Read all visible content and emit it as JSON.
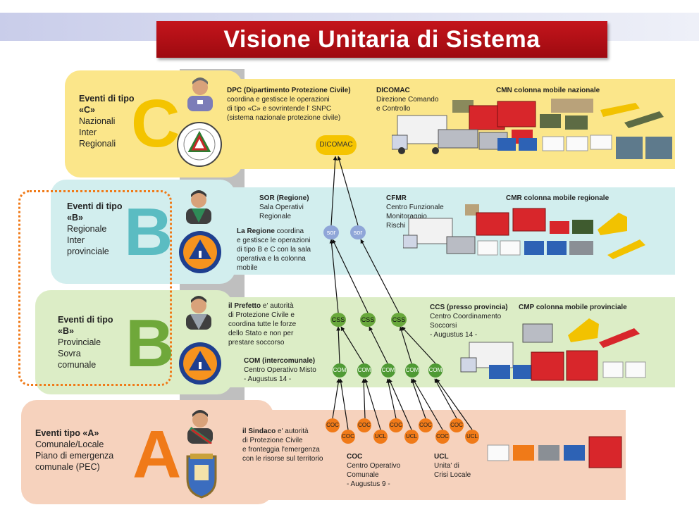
{
  "title": "Visione Unitaria di Sistema",
  "tiers": {
    "c": {
      "head": "Eventi di tipo «C»",
      "lines": [
        "Nazionali",
        "Inter",
        "Regionali"
      ],
      "letter": "C",
      "color": "#f4c400"
    },
    "b1": {
      "head": "Eventi di tipo «B»",
      "lines": [
        "Regionale",
        "Inter",
        "provinciale"
      ],
      "letter": "B",
      "color": "#5bbcc2"
    },
    "b2": {
      "head": "Eventi di tipo «B»",
      "lines": [
        "Provinciale",
        "Sovra",
        "comunale"
      ],
      "letter": "B",
      "color": "#6fa83a"
    },
    "a": {
      "head": "Eventi tipo «A»",
      "lines": [
        "Comunale/Locale",
        "Piano di emergenza",
        "comunale (PEC)"
      ],
      "letter": "A",
      "color": "#f07a18"
    }
  },
  "texts": {
    "dpc": {
      "head": "DPC (Dipartimento Protezione Civile)",
      "l1": "coordina e gestisce le operazioni",
      "l2": "di tipo «C» e sovrintende l' SNPC",
      "l3": "(sistema nazionale protezione civile)"
    },
    "dicomac": {
      "head": "DICOMAC",
      "l1": "Direzione Comando",
      "l2": "e Controllo"
    },
    "cmn": "CMN colonna mobile  nazionale",
    "sor": {
      "head": "SOR (Regione)",
      "l1": "Sala Operativi",
      "l2": "Regionale"
    },
    "regione": {
      "head": "La Regione",
      "l1": " coordina",
      "l2": "e gestisce le operazioni",
      "l3": "di tipo B e C con la sala",
      "l4": "operativa e la colonna",
      "l5": "mobile"
    },
    "cfmr": {
      "head": "CFMR",
      "l1": "Centro Funzionale",
      "l2": "Monitoraggio",
      "l3": "Rischi"
    },
    "cmr": "CMR colonna mobile  regionale",
    "prefetto": {
      "head": "il Prefetto",
      "l1": " e' autorità",
      "l2": "di Protezione Civile e",
      "l3": "coordina tutte le forze",
      "l4": "dello Stato e non per",
      "l5": "prestare soccorso"
    },
    "ccs": {
      "head": "CCS (presso provincia)",
      "l1": "Centro Coordinamento",
      "l2": "Soccorsi",
      "l3": "- Augustus 14 -"
    },
    "cmp": "CMP colonna mobile provinciale",
    "com": {
      "head": "COM (intercomunale)",
      "l1": "Centro Operativo Misto",
      "l2": "- Augustus 14 -"
    },
    "sindaco": {
      "head": "il Sindaco",
      "l1": " e' autorità",
      "l2": "di Protezione Civile",
      "l3": "e fronteggia l'emergenza",
      "l4": "con le risorse sul territorio"
    },
    "coc": {
      "head": "COC",
      "l1": "Centro Operativo",
      "l2": "Comunale",
      "l3": "- Augustus 9 -"
    },
    "ucl": {
      "head": "UCL",
      "l1": "Unita' di",
      "l2": "Crisi Locale"
    }
  },
  "nodes": {
    "dicomac": "DICOMAC",
    "sor": "sor",
    "css": "CSS",
    "com": "COM",
    "coc": "COC",
    "ucl": "UCL"
  },
  "colors": {
    "title_bg": "#b30f15",
    "band_c": "#fbe68a",
    "band_b1": "#d2eeee",
    "band_b2": "#dcedc6",
    "band_a": "#f6d2bd",
    "node_sor": "#8fa6d8",
    "node_css": "#69a83c",
    "node_com": "#4f9a34",
    "node_coc": "#f07a18",
    "dotted": "#f07a18"
  },
  "icons": [
    "official-avatar-icon",
    "protezione-civile-nazionale-logo",
    "protezione-civile-regionale-logo",
    "comune-coat-of-arms-icon",
    "vehicle-icon"
  ]
}
